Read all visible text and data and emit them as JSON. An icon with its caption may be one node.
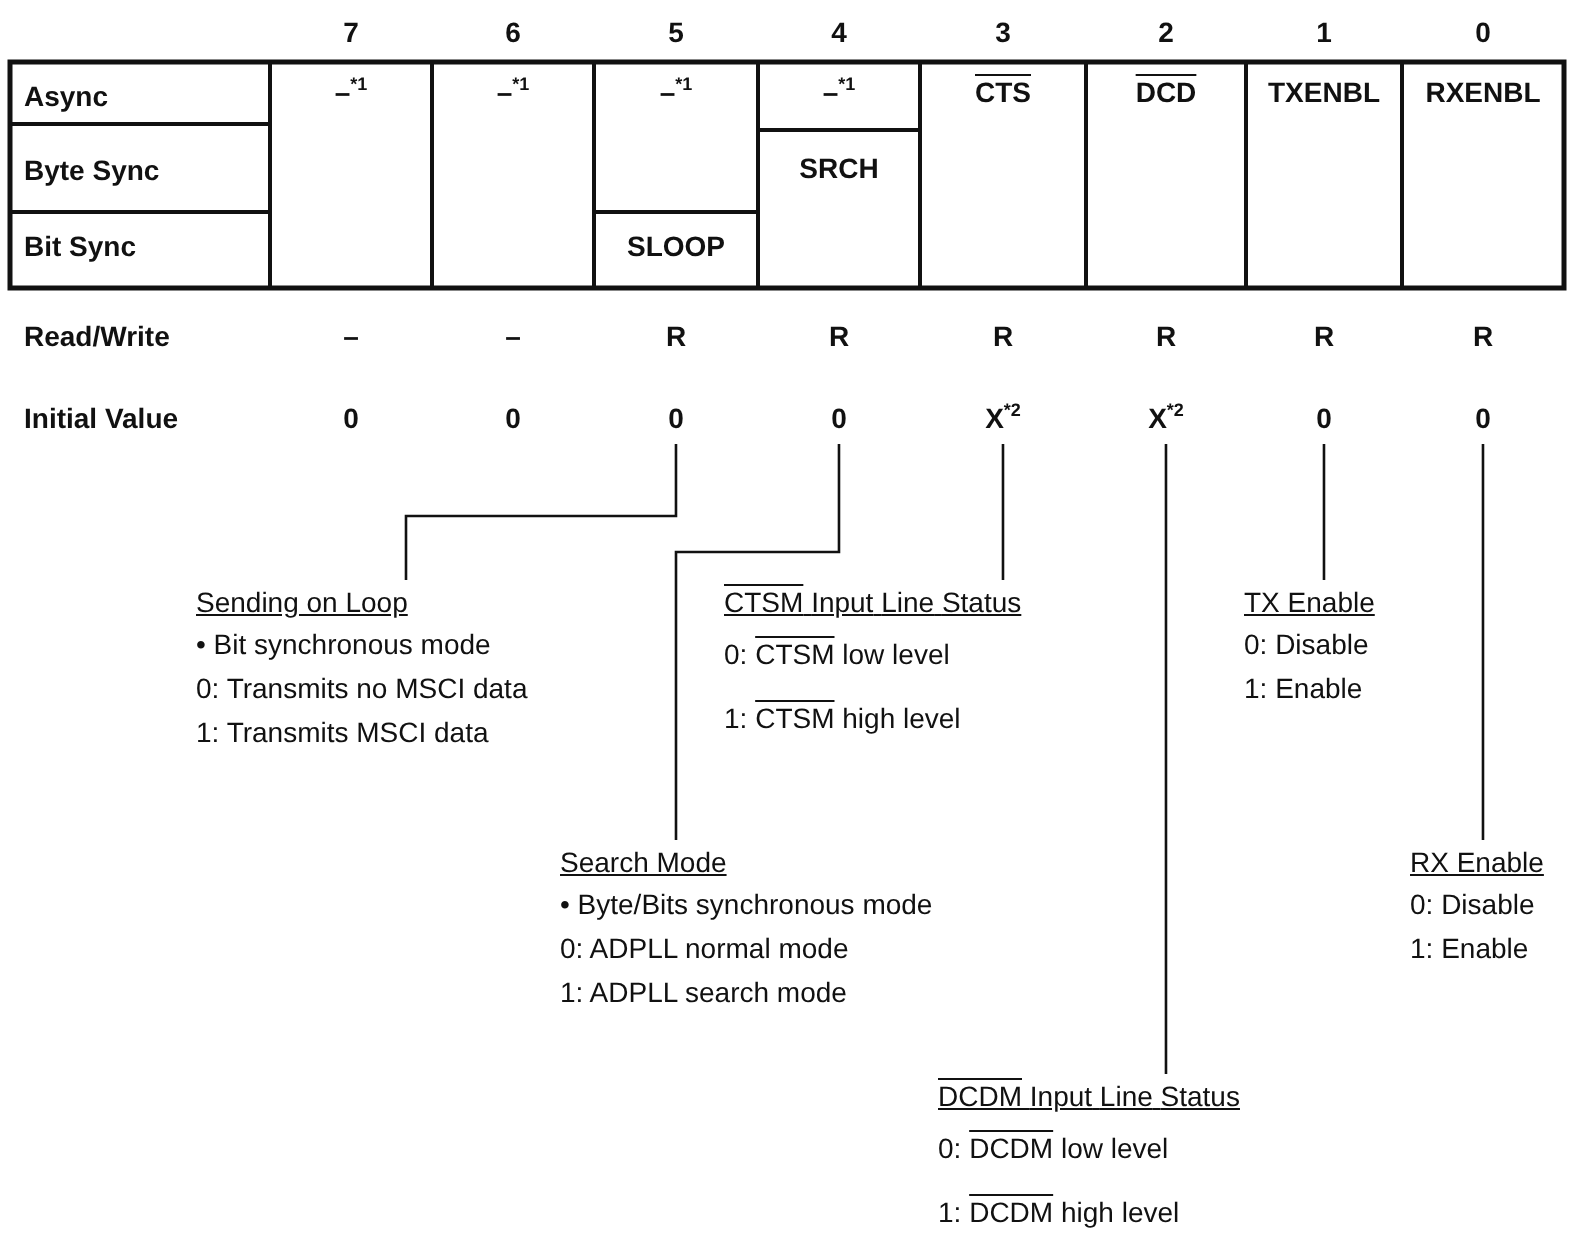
{
  "diagram": {
    "nodes": [
      {
        "text": [
          "0"
        ]
      },
      {
        "text": [
          "0"
        ]
      },
      {
        "text": [
          "0"
        ]
      },
      {
        "text": [
          "0"
        ]
      },
      {
        "text": [
          "X$^{*2}$"
        ]
      },
      {
        "text": [
          "X$^{*2}$"
        ]
      },
      {
        "text": [
          "0"
        ]
      },
      {
        "text": [
          "0"
        ]
      },
      {
        "text": [
          "Sending on Loop",
          "• Bit synchronous mode",
          "0: Transmits no MSCI data",
          "1: Transmits MSCI data"
        ]
      },
      {
        "text": [
          "CTSM Input Line Status",
          "0: CTSM low level",
          "1: CTSM high level"
        ]
      },
      {
        "text": [
          "TX Enable",
          "0: Disable",
          "1: Enable"
        ]
      },
      {
        "text": [
          "Search Mode",
          "• Byte/Bits synchronous mode",
          "0: ADPLL normal mode",
          "1: ADPLL search mode"
        ]
      },
      {
        "text": [
          "RX Enable",
          "0: Disable",
          "1: Enable"
        ]
      },
      {
        "text": [
          "DCDM Input Line Status",
          "0: DCDM low level",
          "1: DCDM high level"
        ]
      }
    ],
    "edges": [
      {
        "from": 2,
        "to": 8,
        "arrow": "none"
      },
      {
        "from": 3,
        "to": 11,
        "arrow": "none"
      },
      {
        "from": 4,
        "to": 9,
        "arrow": "none"
      },
      {
        "from": 5,
        "to": 13,
        "arrow": "none"
      },
      {
        "from": 6,
        "to": 10,
        "arrow": "none"
      },
      {
        "from": 7,
        "to": 12,
        "arrow": "none"
      }
    ],
    "labels": [
      "7",
      "6",
      "5",
      "4",
      "3",
      "2",
      "1",
      "0",
      "Async",
      "–$^{*1}$",
      "–$^{*1}$",
      "–$^{*1}$",
      "–$^{*1}$",
      "CTS",
      "DCD",
      "TXENBL",
      "RXENBL",
      "Byte Sync",
      "SRCH",
      "Bit Sync",
      "SLOOP",
      "Read/Write",
      "–",
      "–",
      "R",
      "R",
      "R",
      "R",
      "R",
      "R",
      "Initial Value"
    ]
  }
}
